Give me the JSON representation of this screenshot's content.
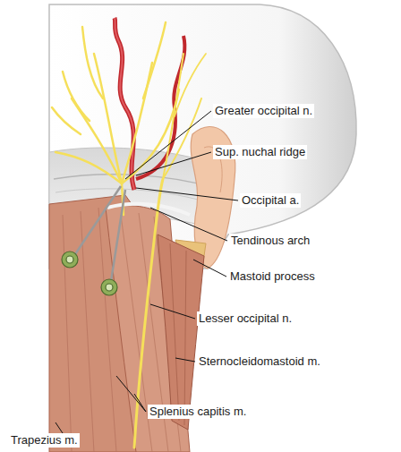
{
  "diagram": {
    "labels": [
      "Greater occipital n.",
      "Sup. nuchal ridge",
      "Occipital a.",
      "Tendinous arch",
      "Mastoid process",
      "Lesser occipital n.",
      "Sternocleidomastoid m.",
      "Splenius capitis m.",
      "Trapezius m."
    ]
  }
}
